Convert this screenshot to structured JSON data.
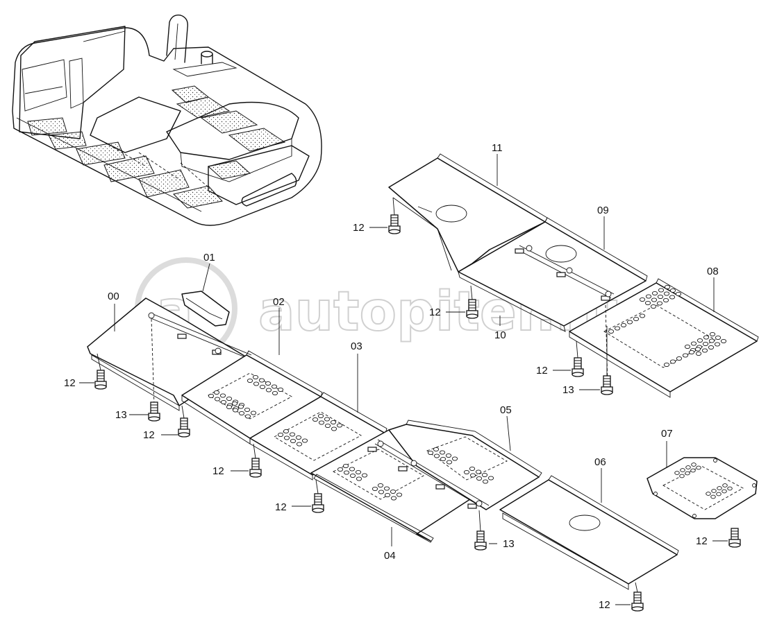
{
  "labels": {
    "p00": "00",
    "p01": "01",
    "p02": "02",
    "p03": "03",
    "p04": "04",
    "p05": "05",
    "p06": "06",
    "p07": "07",
    "p08": "08",
    "p09": "09",
    "p10": "10",
    "p11": "11",
    "b12": "12",
    "b13": "13"
  },
  "watermark": {
    "text": "autopiter.ru",
    "logo": "a"
  }
}
